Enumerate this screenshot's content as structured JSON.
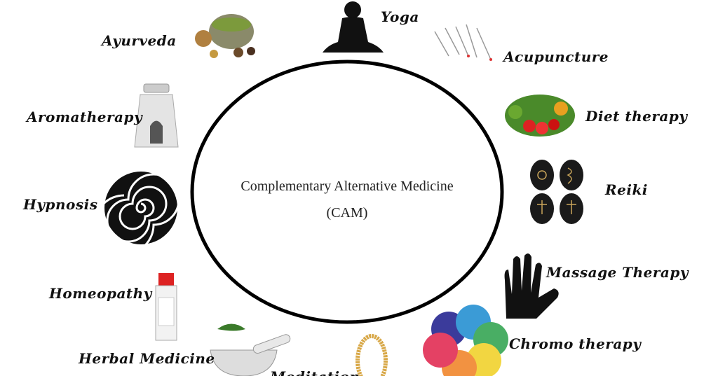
{
  "center": {
    "title": "Complementary Alternative Medicine",
    "abbr": "(CAM)"
  },
  "therapies": {
    "ayurveda": "Ayurveda",
    "yoga": "Yoga",
    "acupuncture": "Acupuncture",
    "aromatherapy": "Aromatherapy",
    "diet": "Diet therapy",
    "hypnosis": "Hypnosis",
    "reiki": "Reiki",
    "massage": "Massage Therapy",
    "homeopathy": "Homeopathy",
    "chromo": "Chromo therapy",
    "herbal": "Herbal Medicine",
    "meditation": "Meditation"
  }
}
